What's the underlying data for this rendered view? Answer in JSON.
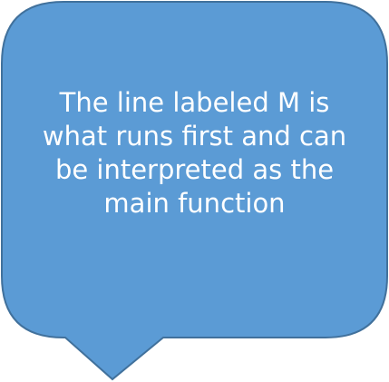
{
  "callout": {
    "fill_color": "#5b9bd5",
    "stroke_color": "#41719c",
    "text_color": "#ffffff",
    "lines": [
      "The line labeled M is",
      "what runs first and can",
      "be interpreted as the",
      "main function"
    ]
  }
}
